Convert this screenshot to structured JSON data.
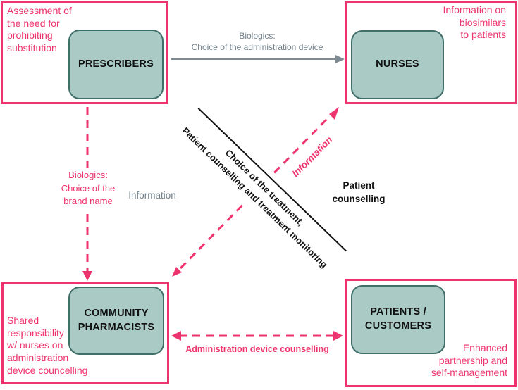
{
  "colors": {
    "pink": "#ee346e",
    "teal_fill": "#a9cac5",
    "teal_border": "#406e68",
    "gray": "#71808a",
    "gray_arrow": "#7f8b93",
    "black": "#111111"
  },
  "nodes": {
    "prescribers": {
      "label": "PRESCRIBERS"
    },
    "nurses": {
      "label": "NURSES"
    },
    "pharmacists": {
      "line1": "COMMUNITY",
      "line2": "PHARMACISTS"
    },
    "patients": {
      "line1": "PATIENTS /",
      "line2": "CUSTOMERS"
    }
  },
  "annotations": {
    "top_left": {
      "lines": [
        "Assessment of",
        "the need for",
        "prohibiting",
        "substitution"
      ]
    },
    "top_right": {
      "lines": [
        "Information on",
        "biosimilars",
        "to patients"
      ]
    },
    "bottom_left": {
      "lines": [
        "Shared",
        "responsibility",
        "w/ nurses on",
        "administration",
        "device councelling"
      ]
    },
    "bottom_right": {
      "lines": [
        "Enhanced",
        "partnership and",
        "self-management"
      ]
    }
  },
  "arrows": {
    "prescribers_to_nurses": {
      "lines": [
        "Biologics:",
        "Choice of the administration device"
      ]
    },
    "prescribers_to_pharmacists": {
      "lines": [
        "Biologics:",
        "Choice of the",
        "brand name"
      ],
      "side_label": "Information"
    },
    "pharmacists_to_nurses": {
      "label": "Information"
    },
    "pharmacists_to_patients": {
      "label": "Administration device counselling"
    },
    "prescribers_to_patients": {
      "lines": [
        "Choice of the treatment,",
        "Patient counselling and treatment monitoring"
      ]
    },
    "nurses_to_patients": {
      "lines": [
        "Patient",
        "counselling"
      ]
    }
  }
}
